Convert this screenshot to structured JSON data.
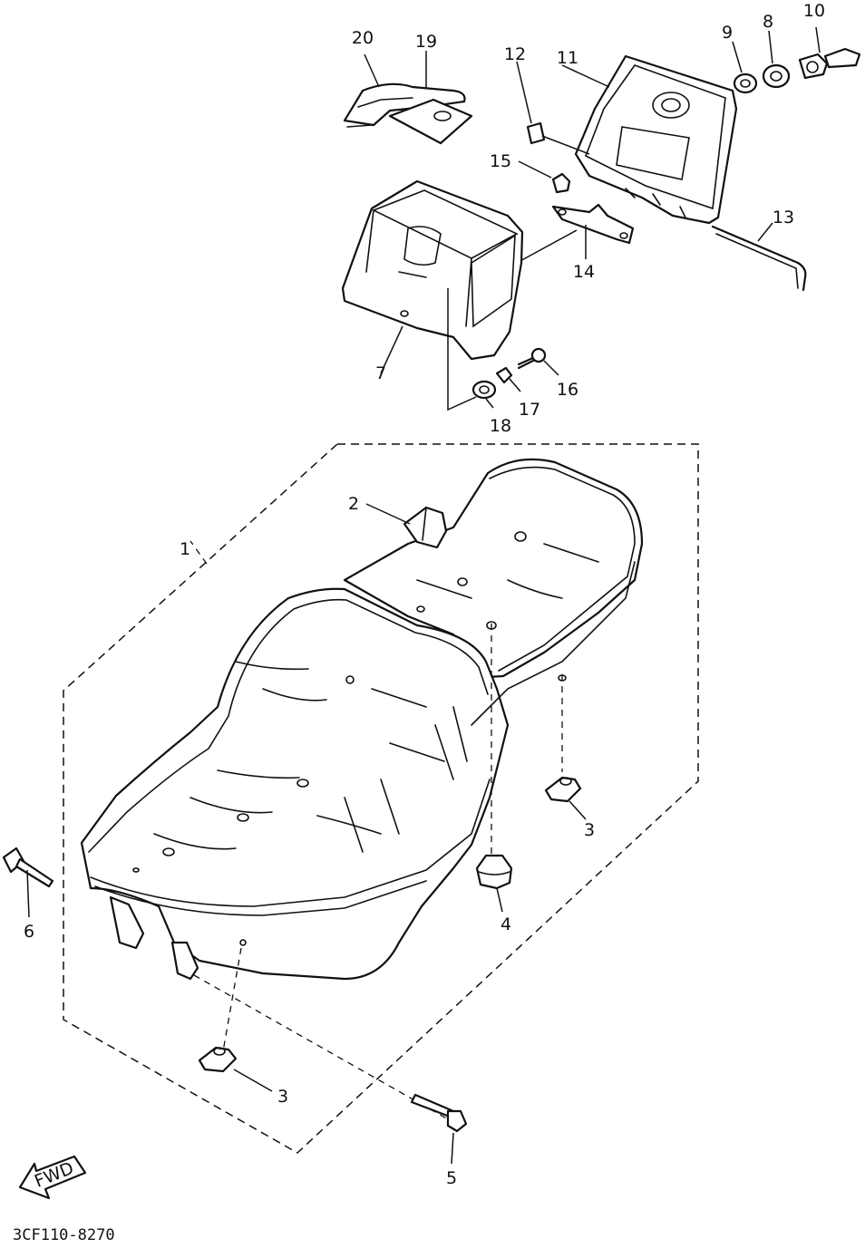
{
  "diagram": {
    "part_labels": [
      "1",
      "2",
      "3",
      "3",
      "4",
      "5",
      "6",
      "7",
      "8",
      "9",
      "10",
      "11",
      "12",
      "13",
      "14",
      "15",
      "16",
      "17",
      "18",
      "19",
      "20"
    ],
    "direction_arrow": "FWD",
    "drawing_code": "3CF110-8270"
  }
}
